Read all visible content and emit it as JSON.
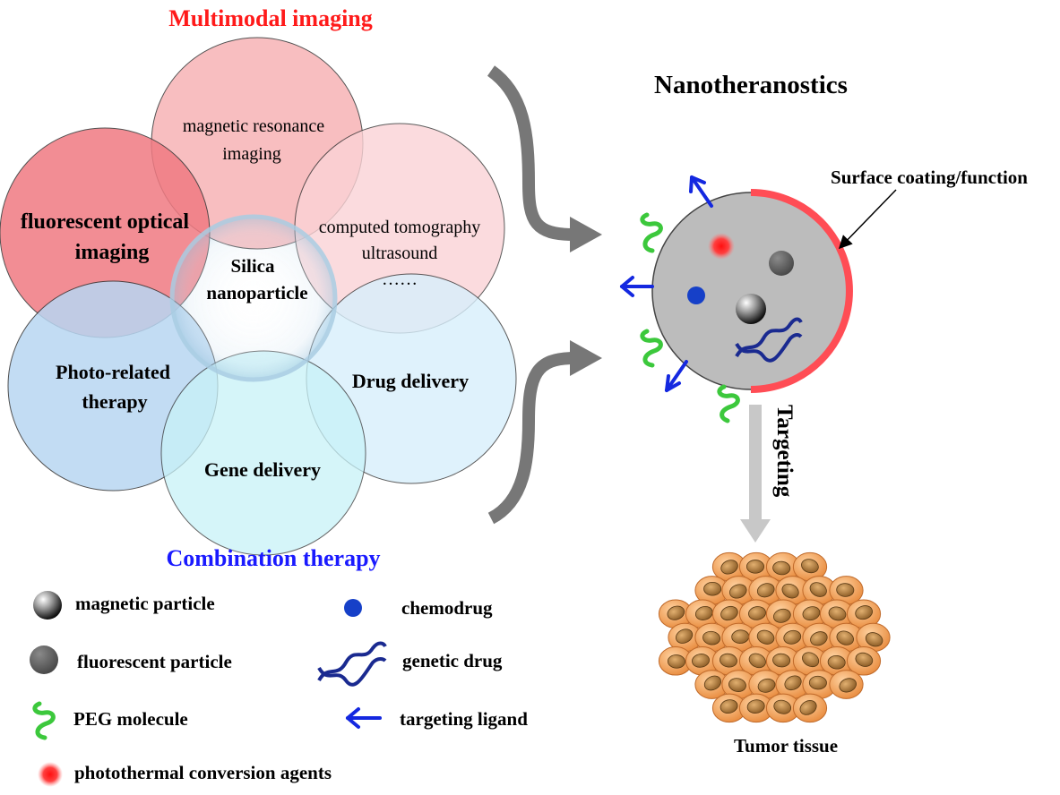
{
  "headings": {
    "multimodal": "Multimodal imaging",
    "nanotheranostics": "Nanotheranostics",
    "combination": "Combination therapy",
    "surface": "Surface coating/function",
    "targeting": "Targeting",
    "tumor": "Tumor tissue"
  },
  "center": {
    "line1": "Silica",
    "line2": "nanoparticle"
  },
  "circles": {
    "mri_line1": "magnetic resonance",
    "mri_line2": "imaging",
    "ct_line1": "computed tomography",
    "ct_line2": "ultrasound",
    "ct_line3": "……",
    "fluor_line1": "fluorescent optical",
    "fluor_line2": "imaging",
    "photo_line1": "Photo-related",
    "photo_line2": "therapy",
    "drug": "Drug delivery",
    "gene": "Gene delivery"
  },
  "legend": {
    "magnetic": "magnetic particle",
    "fluorescent": "fluorescent particle",
    "peg": "PEG molecule",
    "photothermal": "photothermal conversion agents",
    "chemodrug": "chemodrug",
    "genetic": "genetic drug",
    "ligand": "targeting ligand"
  },
  "colors": {
    "multimodal_heading": "#ff1a1a",
    "combination_heading": "#1a1aff",
    "circle_mri": "#f7b3b6",
    "circle_fluorescent": "#f07a82",
    "circle_ct": "#fbd3d6",
    "circle_photo": "#b8d6f2",
    "circle_drug": "#d8effc",
    "circle_gene": "#c8f2f8",
    "nanoparticle": "#bcbcbc",
    "coating": "#ff4d55",
    "chemodrug": "#1640c8",
    "ligand": "#1428e0",
    "peg": "#3cc83c",
    "gray_arrow": "#777777",
    "target_arrow": "#c8c8c8",
    "tumor_cell": "#f0a868",
    "tumor_nucleus": "#b07838"
  },
  "icons": [
    "magnetic-particle-icon",
    "fluorescent-particle-icon",
    "peg-molecule-icon",
    "photothermal-agent-icon",
    "chemodrug-icon",
    "genetic-drug-icon",
    "targeting-ligand-icon"
  ]
}
